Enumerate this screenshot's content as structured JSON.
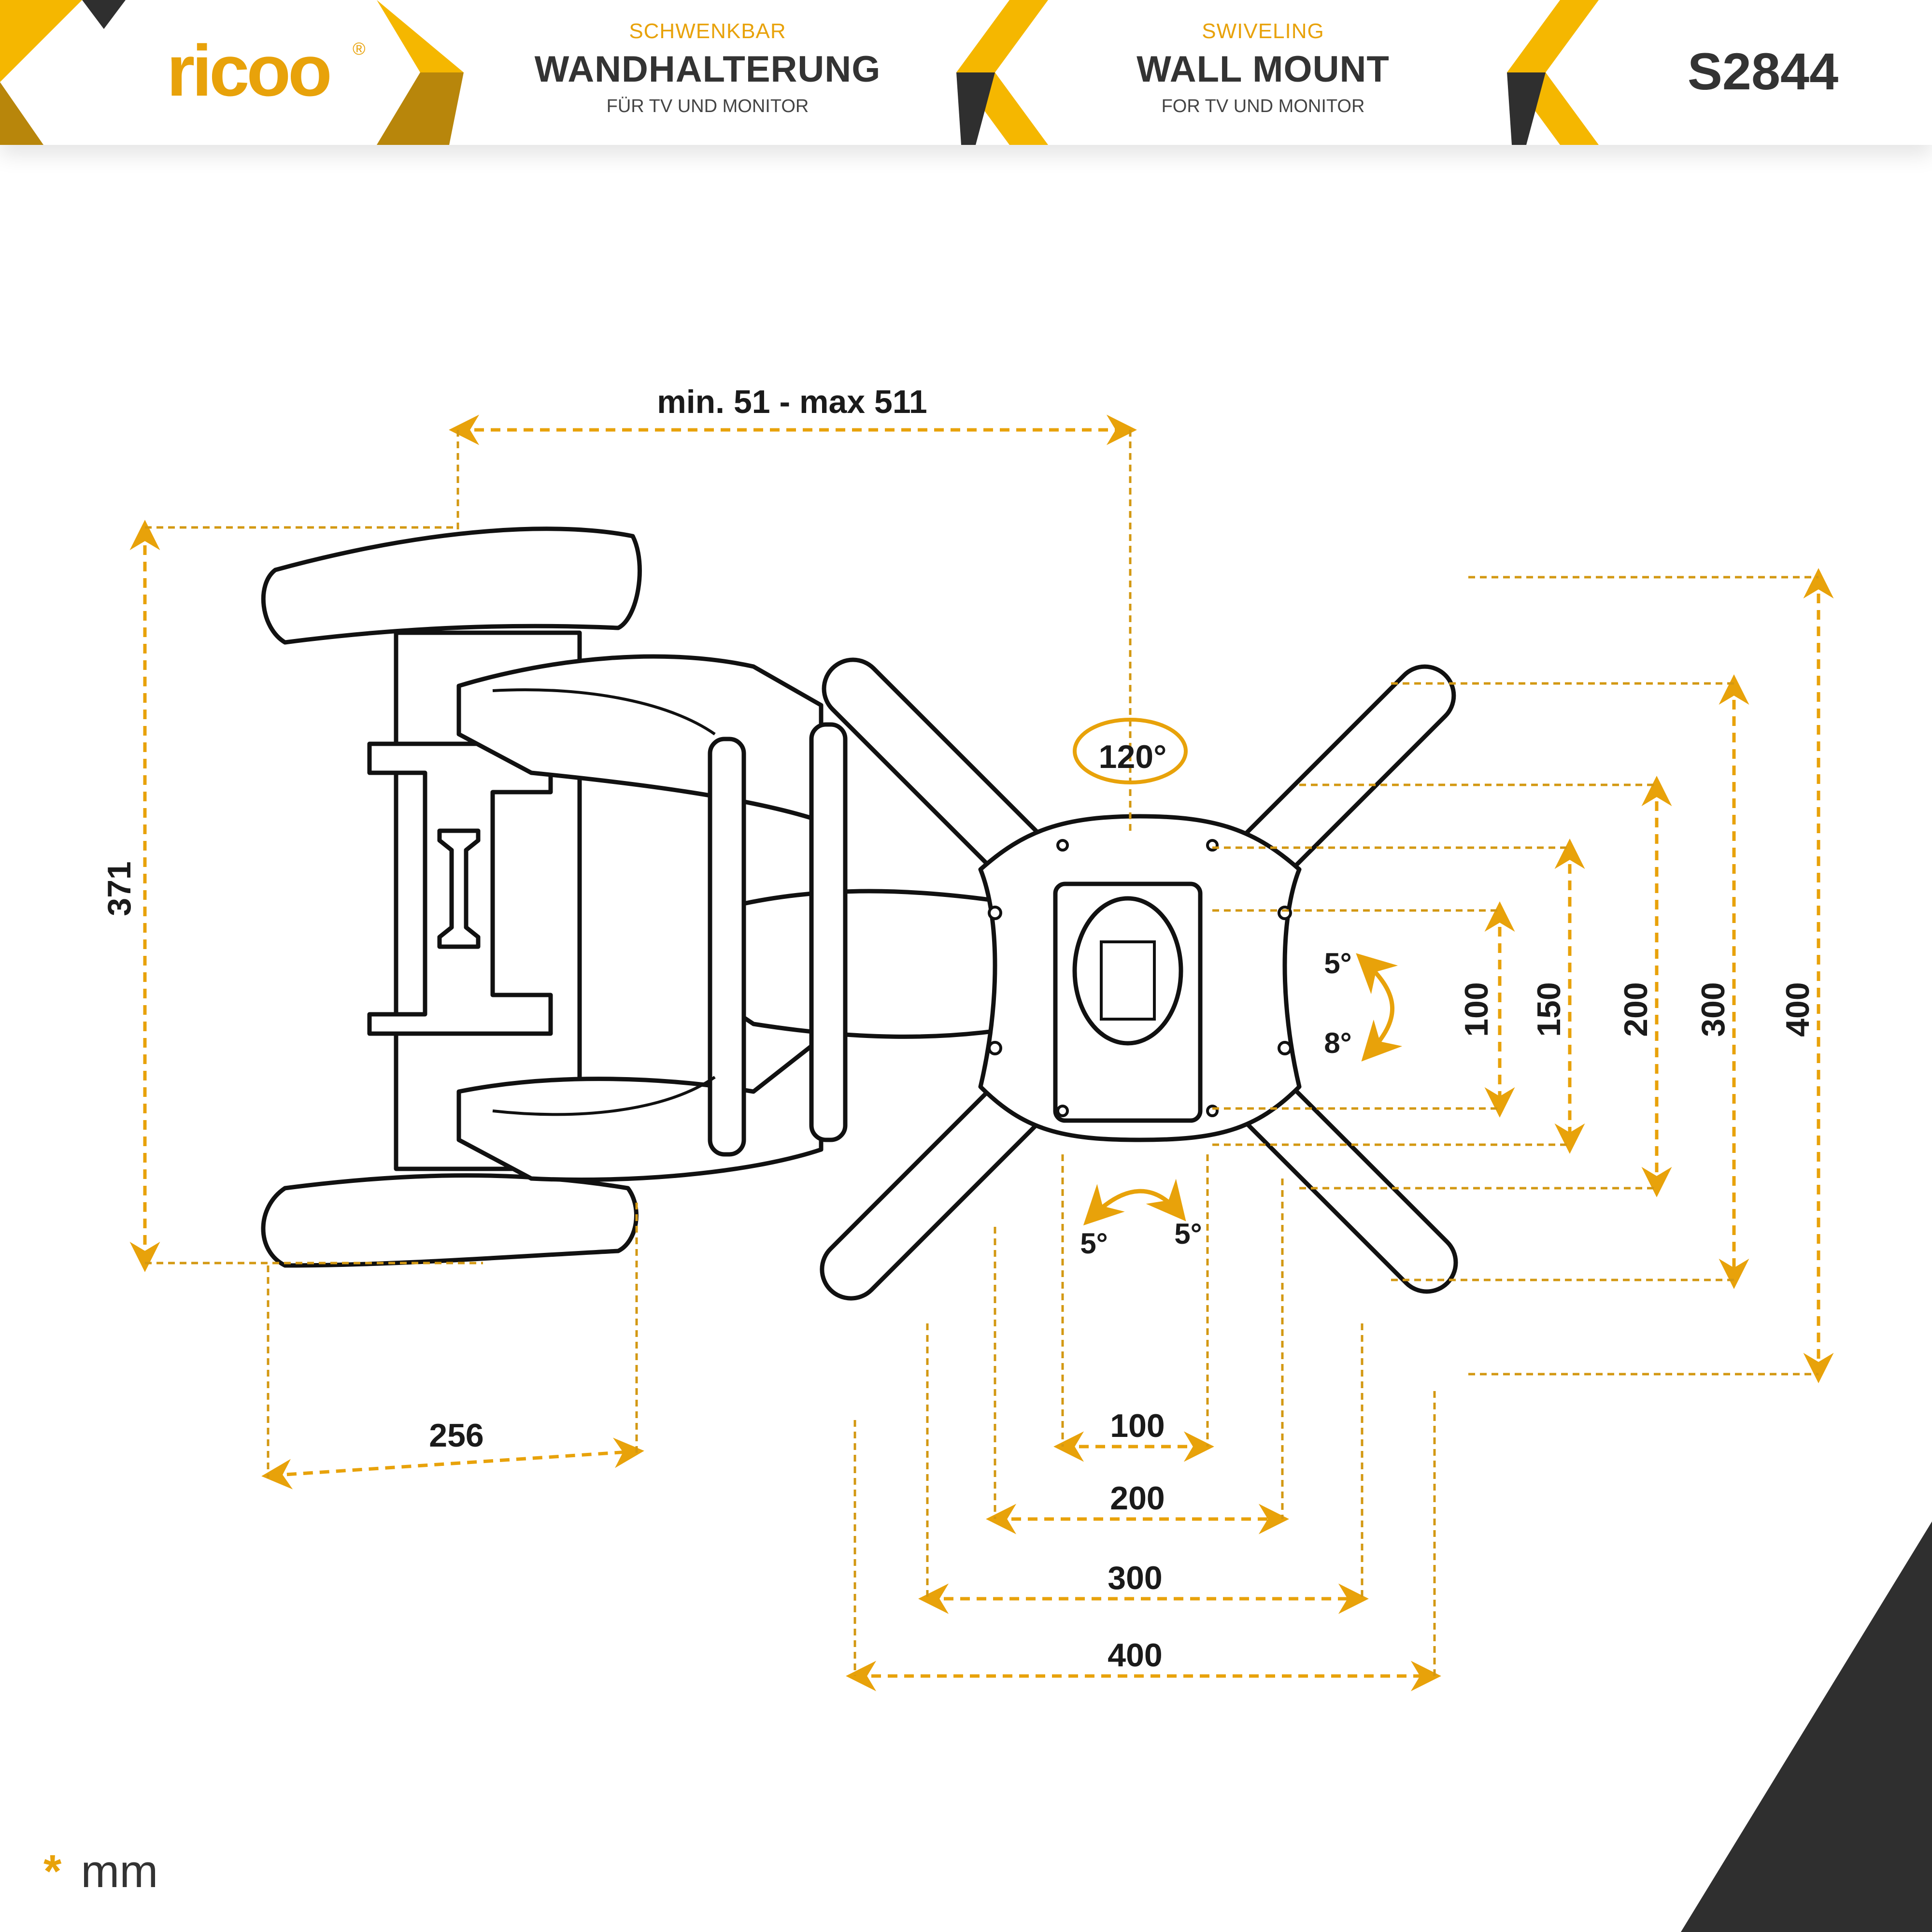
{
  "brand": {
    "logo_text": "ricoo",
    "registered_mark": "®"
  },
  "header": {
    "block_de": {
      "small": "SCHWENKBAR",
      "title": "WANDHALTERUNG",
      "subtitle": "FÜR TV UND MONITOR"
    },
    "block_en": {
      "small": "SWIVELING",
      "title": "WALL MOUNT",
      "subtitle": "FOR TV UND MONITOR"
    },
    "model": "S2844"
  },
  "dimensions": {
    "extension": "min. 51 - max 511",
    "height": "371",
    "wall_plate_width": "256",
    "swivel_angle": "120°",
    "tilt_up": "5°",
    "tilt_down": "8°",
    "rotate_left": "5°",
    "rotate_right": "5°",
    "vesa_horizontal": [
      "100",
      "200",
      "300",
      "400"
    ],
    "vesa_vertical": [
      "100",
      "150",
      "200",
      "300",
      "400"
    ]
  },
  "footer": {
    "unit_marker": "*",
    "unit": "mm"
  },
  "colors": {
    "accent": "#e8a20a",
    "accent_dark": "#b8860b",
    "text": "#333333",
    "corner": "#2f2f2f"
  }
}
